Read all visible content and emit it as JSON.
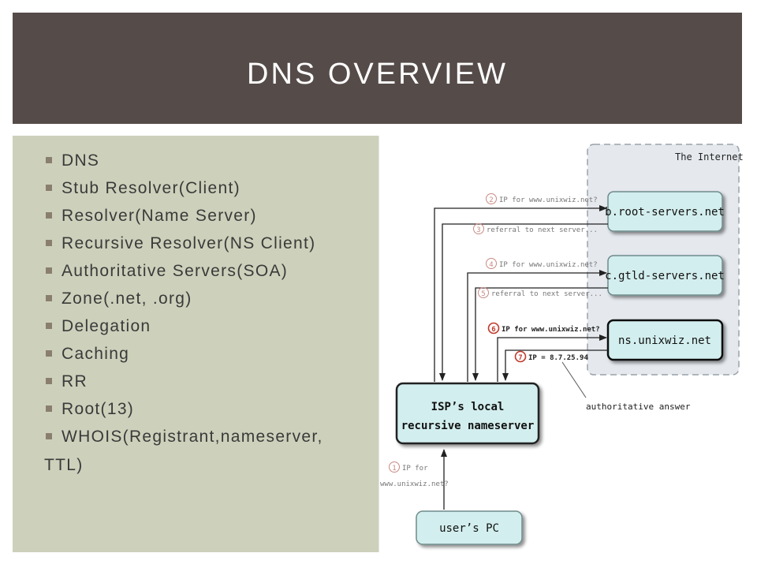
{
  "slide": {
    "title": "DNS OVERVIEW",
    "bullets": [
      "DNS",
      "Stub Resolver(Client)",
      "Resolver(Name Server)",
      "Recursive Resolver(NS Client)",
      "Authoritative Servers(SOA)",
      "Zone(.net, .org)",
      "Delegation",
      "Caching",
      "RR",
      "Root(13)",
      "WHOIS(Registrant,nameserver,"
    ],
    "bullet_continuation": "TTL)"
  },
  "diagram": {
    "internet_label": "The Internet",
    "nodes": {
      "root": "b.root-servers.net",
      "gtld": "c.gtld-servers.net",
      "auth": "ns.unixwiz.net",
      "isp_line1": "ISP’s local",
      "isp_line2": "recursive nameserver",
      "pc": "user’s PC"
    },
    "messages": {
      "m1_num": "1",
      "m1_line1": "IP for",
      "m1_line2": "www.unixwiz.net?",
      "m2_num": "2",
      "m2": "IP for www.unixwiz.net?",
      "m3_num": "3",
      "m3": "referral to next server...",
      "m4_num": "4",
      "m4": "IP for www.unixwiz.net?",
      "m5_num": "5",
      "m5": "referral to next server...",
      "m6_num": "6",
      "m6": "IP for www.unixwiz.net?",
      "m7_num": "7",
      "m7": "IP = 8.7.25.94"
    },
    "annotation": "authoritative answer",
    "colors": {
      "node_fill": "#d3eeee",
      "internet_fill": "#e5e9ee",
      "step_red": "#c0392b"
    }
  }
}
